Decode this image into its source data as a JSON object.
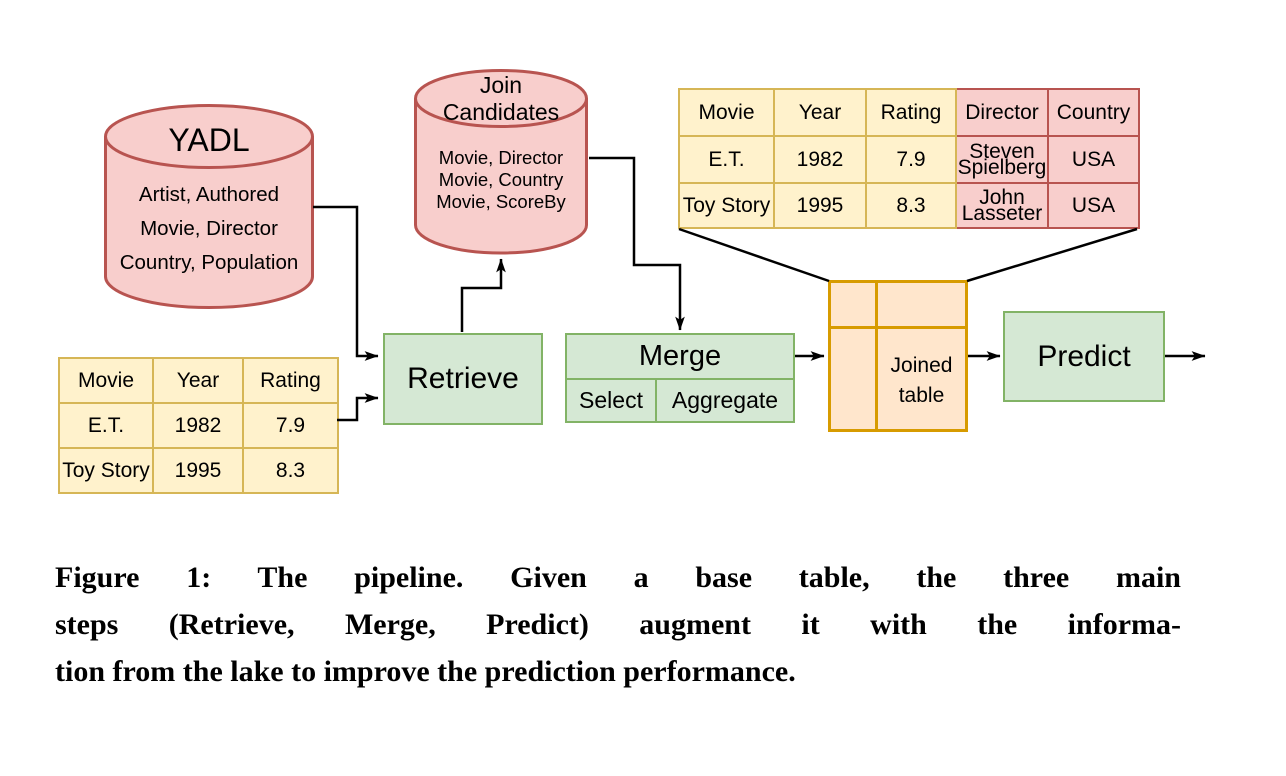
{
  "figure": {
    "kind": "pipeline-diagram",
    "caption_lines": [
      "Figure 1: The pipeline. Given a base table, the three main",
      "steps (Retrieve, Merge, Predict) augment it with the informa-",
      "tion from the lake to improve the prediction performance."
    ]
  },
  "colors": {
    "pink_fill": "#f8cecc",
    "pink_stroke": "#b85450",
    "yellow_fill": "#fff2cc",
    "yellow_stroke": "#d6b656",
    "green_fill": "#d5e8d4",
    "green_stroke": "#82b366",
    "orange_fill": "#ffe6cc",
    "orange_stroke": "#d79b00",
    "line": "#000000"
  },
  "yadl": {
    "title": "YADL",
    "items": [
      "Artist, Authored",
      "Movie, Director",
      "Country, Population"
    ]
  },
  "join_candidates": {
    "title": "Join\nCandidates",
    "items": [
      "Movie, Director",
      "Movie, Country",
      "Movie, ScoreBy"
    ]
  },
  "base_table": {
    "headers": [
      "Movie",
      "Year",
      "Rating"
    ],
    "rows": [
      [
        "E.T.",
        "1982",
        "7.9"
      ],
      [
        "Toy Story",
        "1995",
        "8.3"
      ]
    ]
  },
  "augmented_table": {
    "headers": [
      "Movie",
      "Year",
      "Rating",
      "Director",
      "Country"
    ],
    "rows": [
      [
        "E.T.",
        "1982",
        "7.9",
        "Steven\nSpielberg",
        "USA"
      ],
      [
        "Toy Story",
        "1995",
        "8.3",
        "John\nLasseter",
        "USA"
      ]
    ]
  },
  "steps": {
    "retrieve": "Retrieve",
    "merge": "Merge",
    "select": "Select",
    "aggregate": "Aggregate",
    "predict": "Predict"
  },
  "joined_table": {
    "label": "Joined\ntable"
  }
}
